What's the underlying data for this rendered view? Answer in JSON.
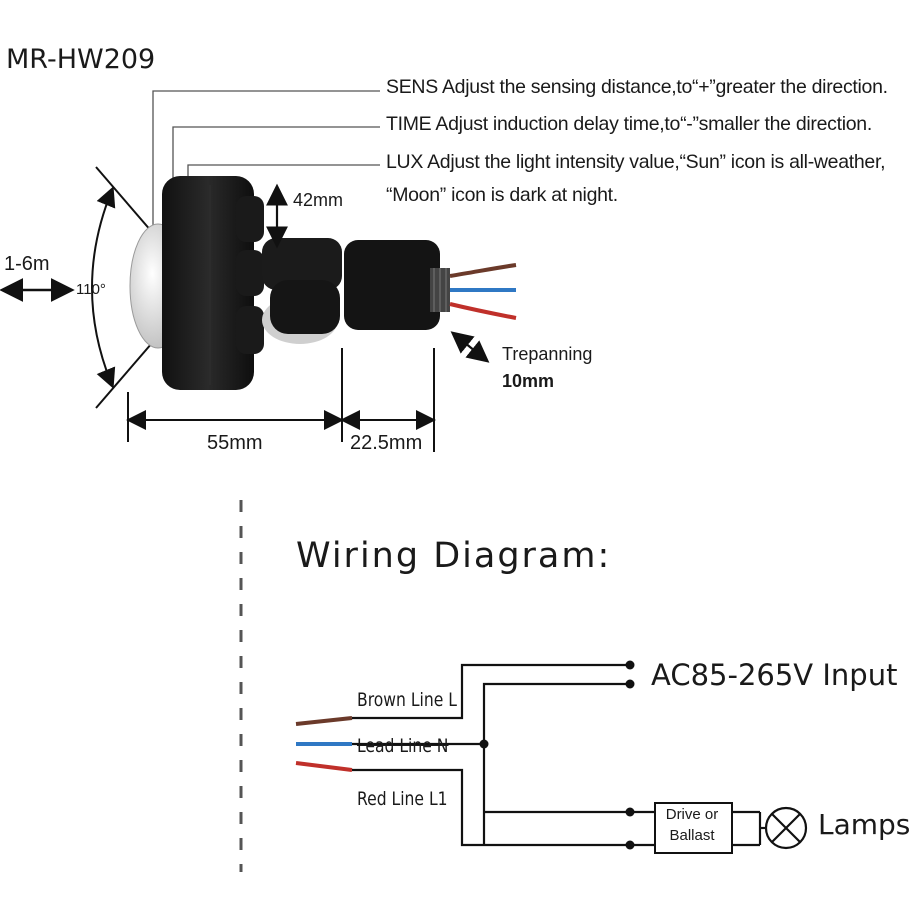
{
  "product": {
    "model": "MR-HW209",
    "notes": {
      "sens": "SENS Adjust the sensing distance,to“+”greater the direction.",
      "time": "TIME Adjust induction delay time,to“-”smaller the direction.",
      "lux_line1": "LUX Adjust the light intensity value,“Sun” icon is all-weather,",
      "lux_line2": "“Moon” icon is dark at night."
    },
    "dimensions": {
      "distance": "1-6m",
      "angle": "110°",
      "height": "42mm",
      "length": "55mm",
      "thread": "22.5mm",
      "trepanning_label": "Trepanning",
      "trepanning_value": "10mm"
    }
  },
  "wiring": {
    "title": "Wiring Diagram:",
    "input_label": "AC85-265V Input",
    "load_label": "Lamps",
    "driver_line1": "Drive or",
    "driver_line2": "Ballast",
    "wires": [
      {
        "label": "Brown Line L",
        "color": "#6b3a2a"
      },
      {
        "label": "Lead Line N",
        "color": "#2f78c4"
      },
      {
        "label": "Red Line L1",
        "color": "#c0302a"
      }
    ]
  }
}
